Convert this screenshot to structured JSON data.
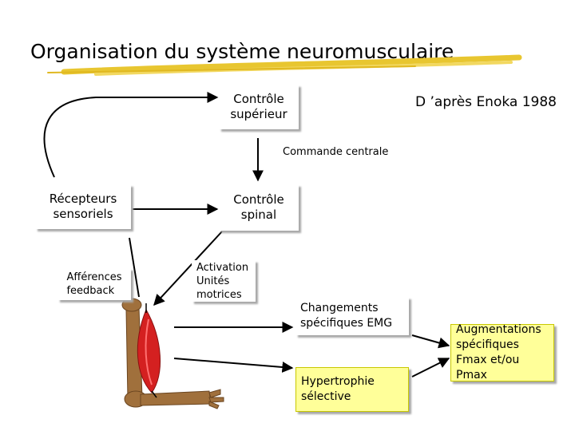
{
  "title": "Organisation du système neuromusculaire",
  "source": "D ’après Enoka 1988",
  "nodes": {
    "controle_superieur": "Contrôle\nsupérieur",
    "recepteurs": "Récepteurs\nsensoriels",
    "controle_spinal": "Contrôle\nspinal",
    "changements_emg": "Changements\nspécifiques EMG",
    "hypertrophie": "Hypertrophie\nsélective",
    "augmentations": "Augmentations\nspécifiques\nFmax et/ou Pmax"
  },
  "labels": {
    "commande_centrale": "Commande centrale",
    "afferences": "Afférences\nfeedback",
    "activation": "Activation\nUnités\nmotrices"
  },
  "colors": {
    "underline": "#e8c630",
    "yellow_box": "#ffff99",
    "muscle": "#d42020",
    "bone": "#a0703c"
  }
}
